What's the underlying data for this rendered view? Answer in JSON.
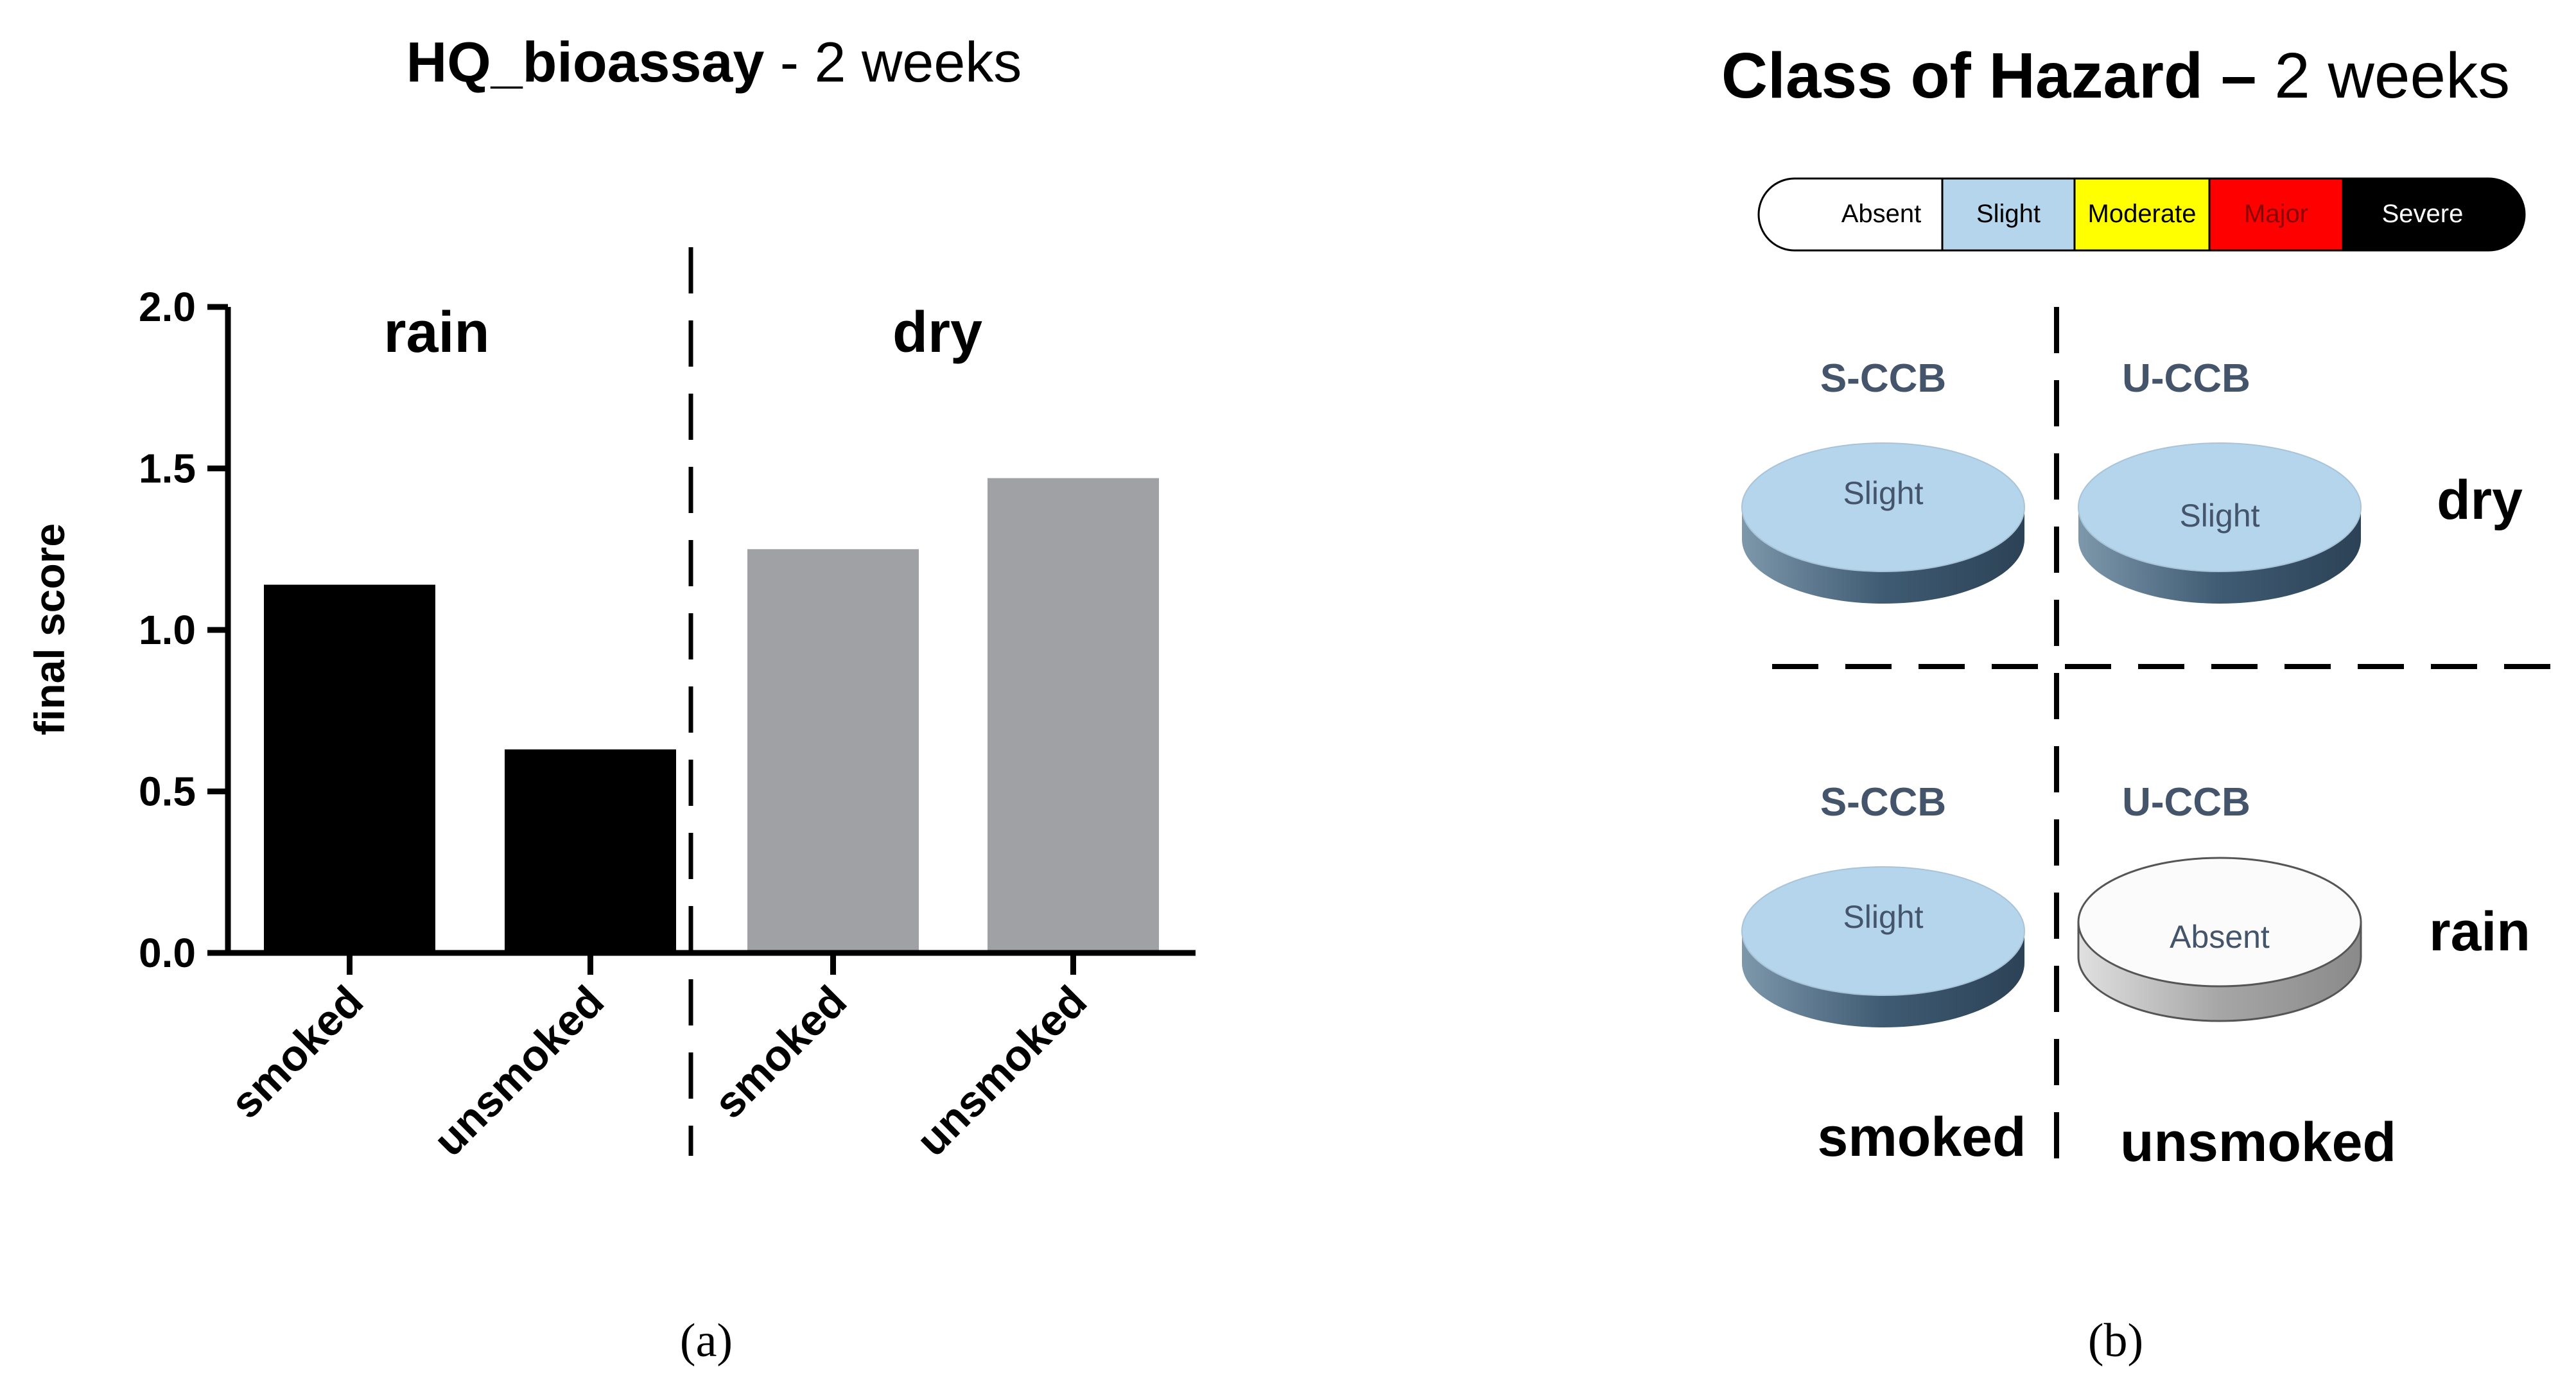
{
  "chart_data": [
    {
      "type": "bar",
      "title_bold": "HQ_bioassay",
      "title_rest": " - 2 weeks",
      "xlabel": "",
      "ylabel": "final score",
      "ylim": [
        0,
        2.0
      ],
      "yticks": [
        "0.0",
        "0.5",
        "1.0",
        "1.5",
        "2.0"
      ],
      "ytick_values": [
        0,
        0.5,
        1.0,
        1.5,
        2.0
      ],
      "categories": [
        "smoked",
        "unsmoked",
        "smoked",
        "unsmoked"
      ],
      "values": [
        1.14,
        0.63,
        1.25,
        1.47
      ],
      "bar_colors": [
        "#000000",
        "#000000",
        "#a0a1a5",
        "#a0a1a5"
      ],
      "groups": [
        {
          "label": "rain"
        },
        {
          "label": "dry"
        }
      ],
      "panel_label": "(a)"
    },
    {
      "type": "table",
      "title_bold": "Class of Hazard –",
      "title_rest": " 2 weeks",
      "legend": [
        {
          "label": "Absent",
          "color": "#ffffff",
          "text_color": "#000000"
        },
        {
          "label": "Slight",
          "color": "#b4d5ec",
          "text_color": "#000000"
        },
        {
          "label": "Moderate",
          "color": "#ffff00",
          "text_color": "#000000"
        },
        {
          "label": "Major",
          "color": "#ff0000",
          "text_color": "#8b0000"
        },
        {
          "label": "Severe",
          "color": "#000000",
          "text_color": "#ffffff"
        }
      ],
      "cells": [
        {
          "header": "S-CCB",
          "value": "Slight",
          "row": "dry",
          "col": "smoked"
        },
        {
          "header": "U-CCB",
          "value": "Slight",
          "row": "dry",
          "col": "unsmoked"
        },
        {
          "header": "S-CCB",
          "value": "Slight",
          "row": "rain",
          "col": "smoked"
        },
        {
          "header": "U-CCB",
          "value": "Absent",
          "row": "rain",
          "col": "unsmoked"
        }
      ],
      "row_labels": [
        "dry",
        "rain"
      ],
      "col_labels": [
        "smoked",
        "unsmoked"
      ],
      "panel_label": "(b)"
    }
  ]
}
